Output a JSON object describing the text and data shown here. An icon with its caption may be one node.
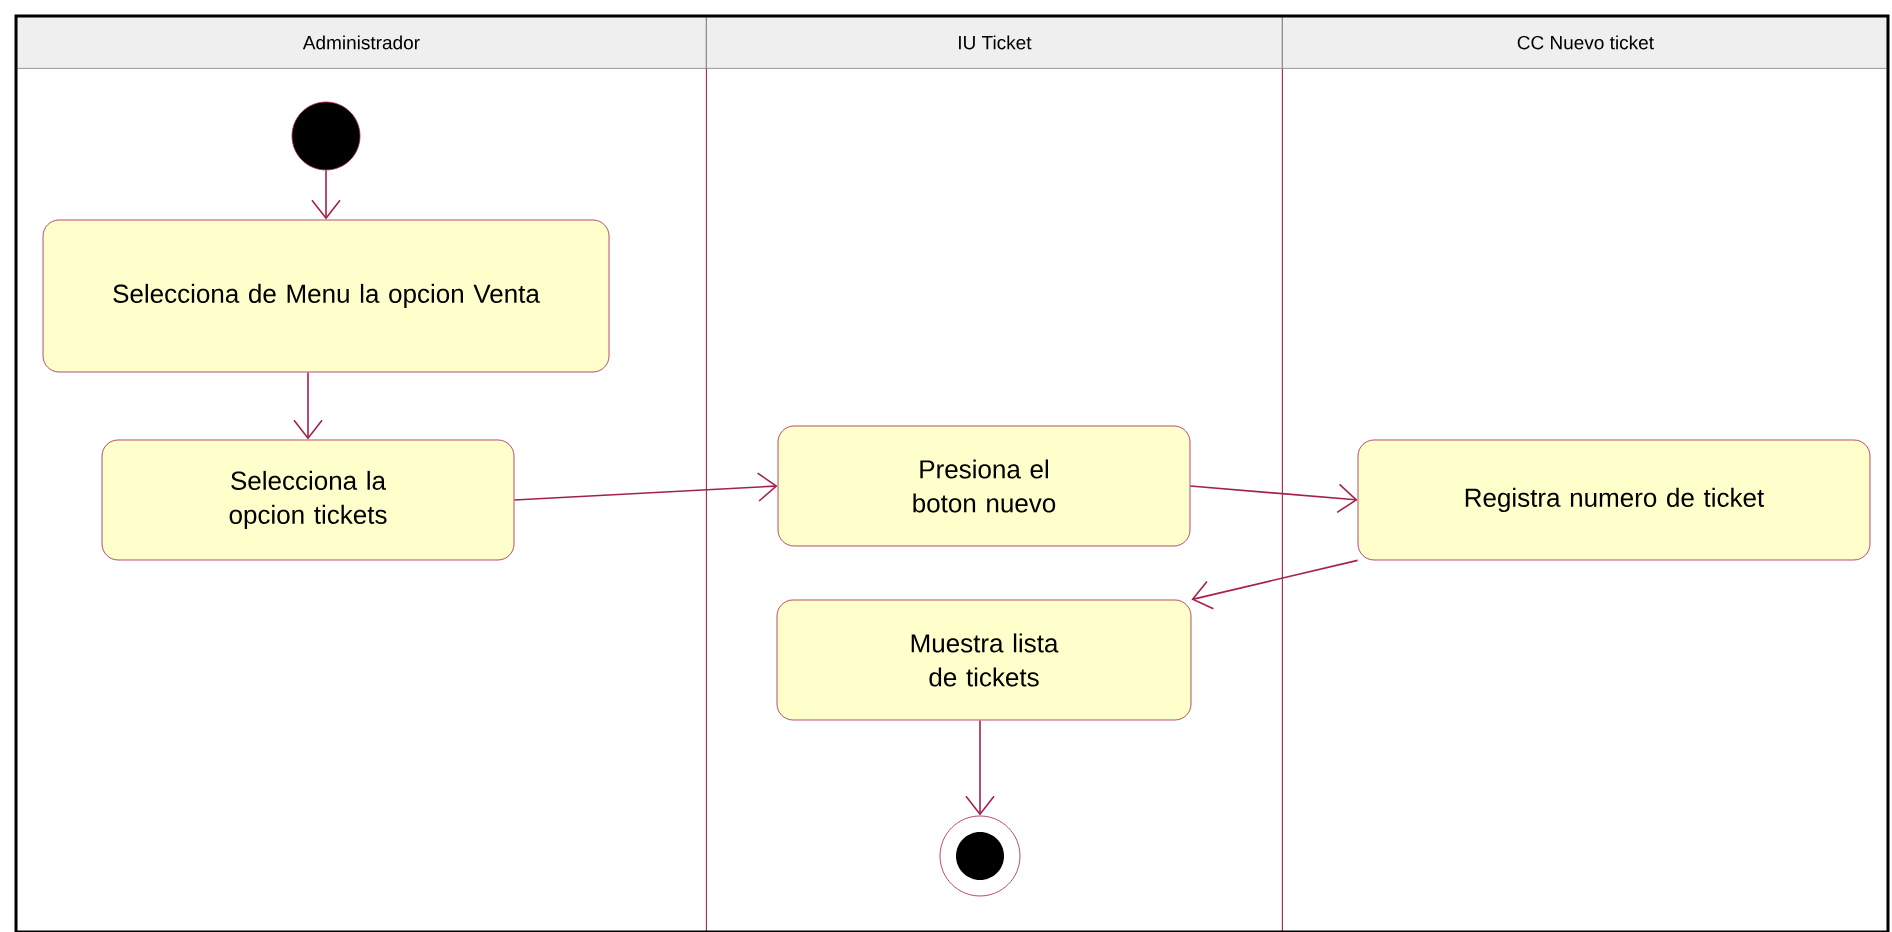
{
  "diagram": {
    "nodes": [
      {
        "text": [
          "Administrador"
        ]
      },
      {
        "text": [
          "IU Ticket"
        ]
      },
      {
        "text": [
          "CC Nuevo ticket"
        ]
      },
      {
        "text": [],
        "shape": "circle",
        "in": 0
      },
      {
        "text": [
          "Selecciona de Menu la opcion Venta"
        ],
        "in": 0
      },
      {
        "text": [
          "Selecciona la opcion tickets"
        ],
        "in": 0
      },
      {
        "text": [
          "Presiona el boton nuevo"
        ],
        "in": 1
      },
      {
        "text": [
          "Registra numero de ticket"
        ],
        "in": 2
      },
      {
        "text": [
          "Muestra lista de tickets"
        ],
        "in": 1
      },
      {
        "text": [],
        "shape": "bullseye",
        "in": 1
      }
    ],
    "edges": [
      {
        "from": 3,
        "to": 4,
        "arrow": "to"
      },
      {
        "from": 4,
        "to": 5,
        "arrow": "to"
      },
      {
        "from": 5,
        "to": 6,
        "arrow": "to"
      },
      {
        "from": 6,
        "to": 7,
        "arrow": "to"
      },
      {
        "from": 7,
        "to": 8,
        "arrow": "to"
      },
      {
        "from": 8,
        "to": 9,
        "arrow": "to"
      }
    ]
  }
}
